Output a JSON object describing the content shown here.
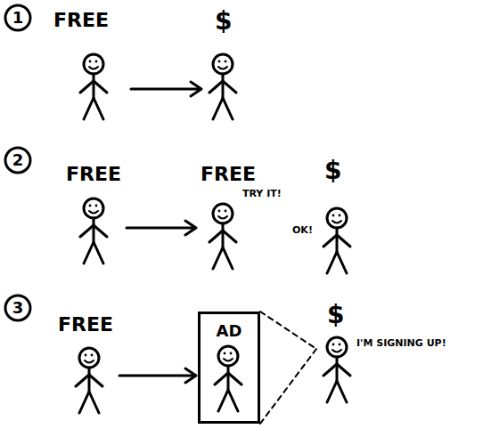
{
  "diagram": {
    "nodes": [
      {
        "text": [
          "FREE"
        ]
      },
      {
        "text": [
          "$"
        ]
      },
      {
        "text": [
          "FREE"
        ]
      },
      {
        "text": [
          "FREE",
          "TRY IT!"
        ]
      },
      {
        "text": [
          "$",
          "OK!"
        ]
      },
      {
        "text": [
          "FREE"
        ]
      },
      {
        "text": [
          "AD"
        ]
      },
      {
        "text": [
          "$",
          "I'M SIGNING UP!"
        ]
      }
    ],
    "edges": [
      {
        "from": 0,
        "to": 1,
        "arrow": "to"
      },
      {
        "from": 2,
        "to": 3,
        "arrow": "to"
      },
      {
        "from": 5,
        "to": 6,
        "arrow": "to"
      },
      {
        "from": 6,
        "to": 7,
        "arrow": "none"
      }
    ],
    "labels": [
      "1",
      "2",
      "3"
    ]
  }
}
